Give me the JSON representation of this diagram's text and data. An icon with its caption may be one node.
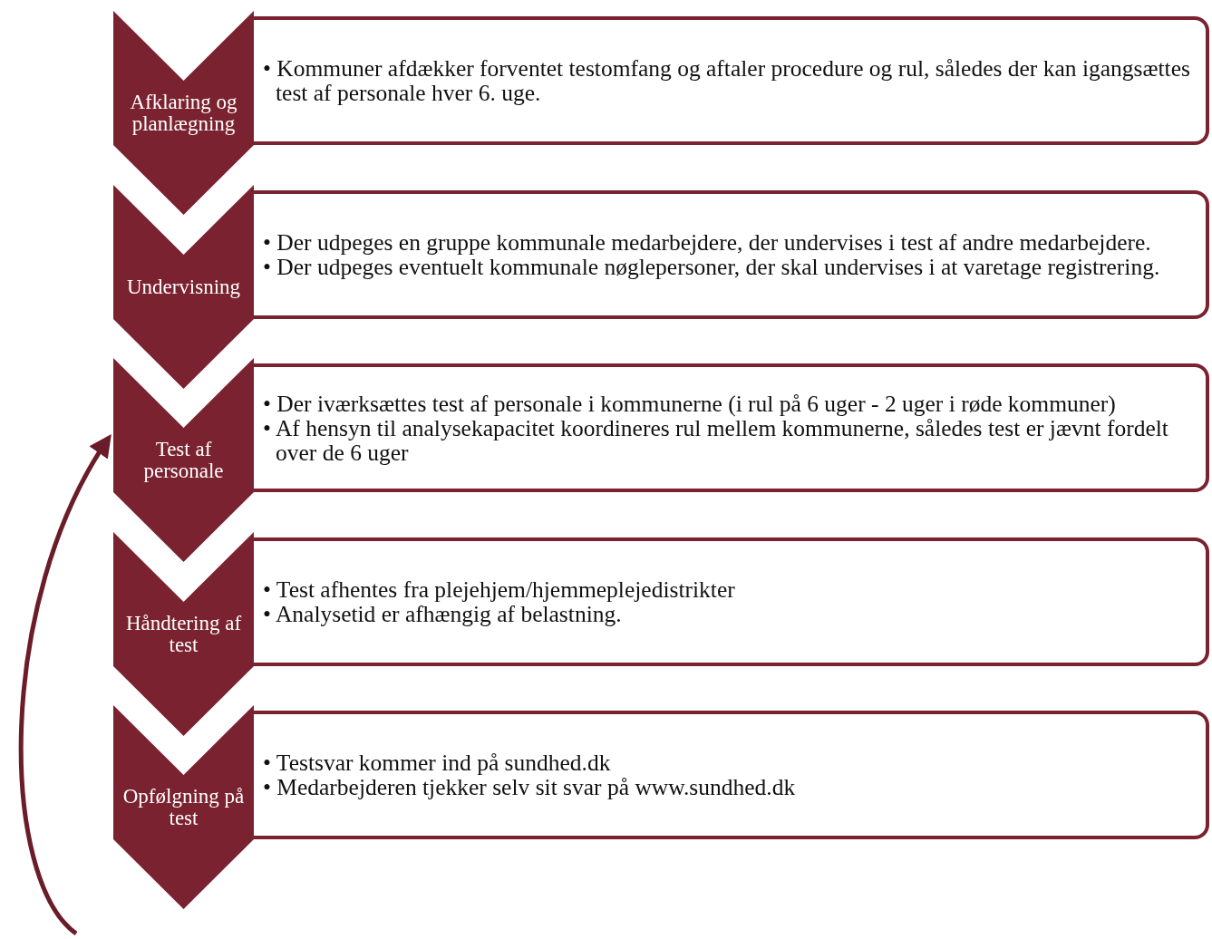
{
  "diagram": {
    "nodes": [
      {
        "text": [
          "Afklaring og planlægning"
        ]
      },
      {
        "text": [
          "• Kommuner afdækker forventet testomfang og aftaler procedure og rul, således der kan igangsættes test af personale hver 6. uge."
        ]
      },
      {
        "text": [
          "Undervisning"
        ]
      },
      {
        "text": [
          "• Der udpeges en gruppe kommunale medarbejdere, der undervises i test af andre medarbejdere.",
          "• Der udpeges eventuelt kommunale nøglepersoner, der skal undervises i at varetage registrering."
        ]
      },
      {
        "text": [
          "Test af personale"
        ]
      },
      {
        "text": [
          "• Der iværksættes test af personale i kommunerne (i rul på 6 uger - 2 uger i røde kommuner)",
          "• Af hensyn til analysekapacitet koordineres rul mellem kommunerne, således test er jævnt fordelt over de 6 uger"
        ]
      },
      {
        "text": [
          "Håndtering af test"
        ]
      },
      {
        "text": [
          "• Test afhentes fra plejehjem/hjemmeplejedistrikter",
          "• Analysetid er afhængig af belastning."
        ]
      },
      {
        "text": [
          "Opfølgning på test"
        ]
      },
      {
        "text": [
          "• Testsvar kommer ind på sundhed.dk",
          "• Medarbejderen tjekker selv sit svar på www.sundhed.dk"
        ]
      }
    ],
    "edges": [
      {
        "from": null,
        "to": 4,
        "arrow": "to"
      }
    ]
  }
}
